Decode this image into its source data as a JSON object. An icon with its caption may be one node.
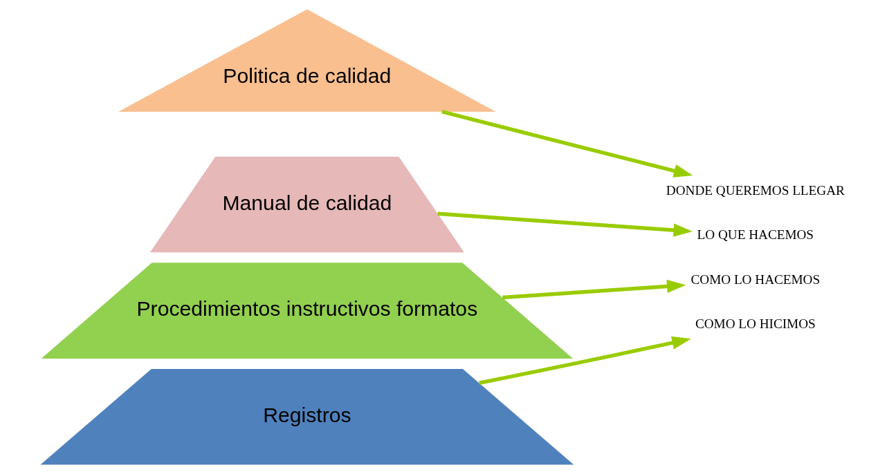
{
  "diagram": {
    "nodes": [
      {
        "text": [
          "Politica de calidad"
        ]
      },
      {
        "text": [
          "Manual de calidad"
        ]
      },
      {
        "text": [
          "Procedimientos instructivos formatos"
        ]
      },
      {
        "text": [
          "Registros"
        ]
      },
      {
        "text": [
          "DONDE QUEREMOS LLEGAR"
        ]
      },
      {
        "text": [
          "LO QUE HACEMOS"
        ]
      },
      {
        "text": [
          "COMO LO HACEMOS"
        ]
      },
      {
        "text": [
          "COMO LO HICIMOS"
        ]
      }
    ],
    "edges": [
      {
        "from": 0,
        "to": 4,
        "arrow": "to"
      },
      {
        "from": 1,
        "to": 5,
        "arrow": "to"
      },
      {
        "from": 2,
        "to": 6,
        "arrow": "to"
      },
      {
        "from": 3,
        "to": 7,
        "arrow": "to"
      }
    ]
  }
}
